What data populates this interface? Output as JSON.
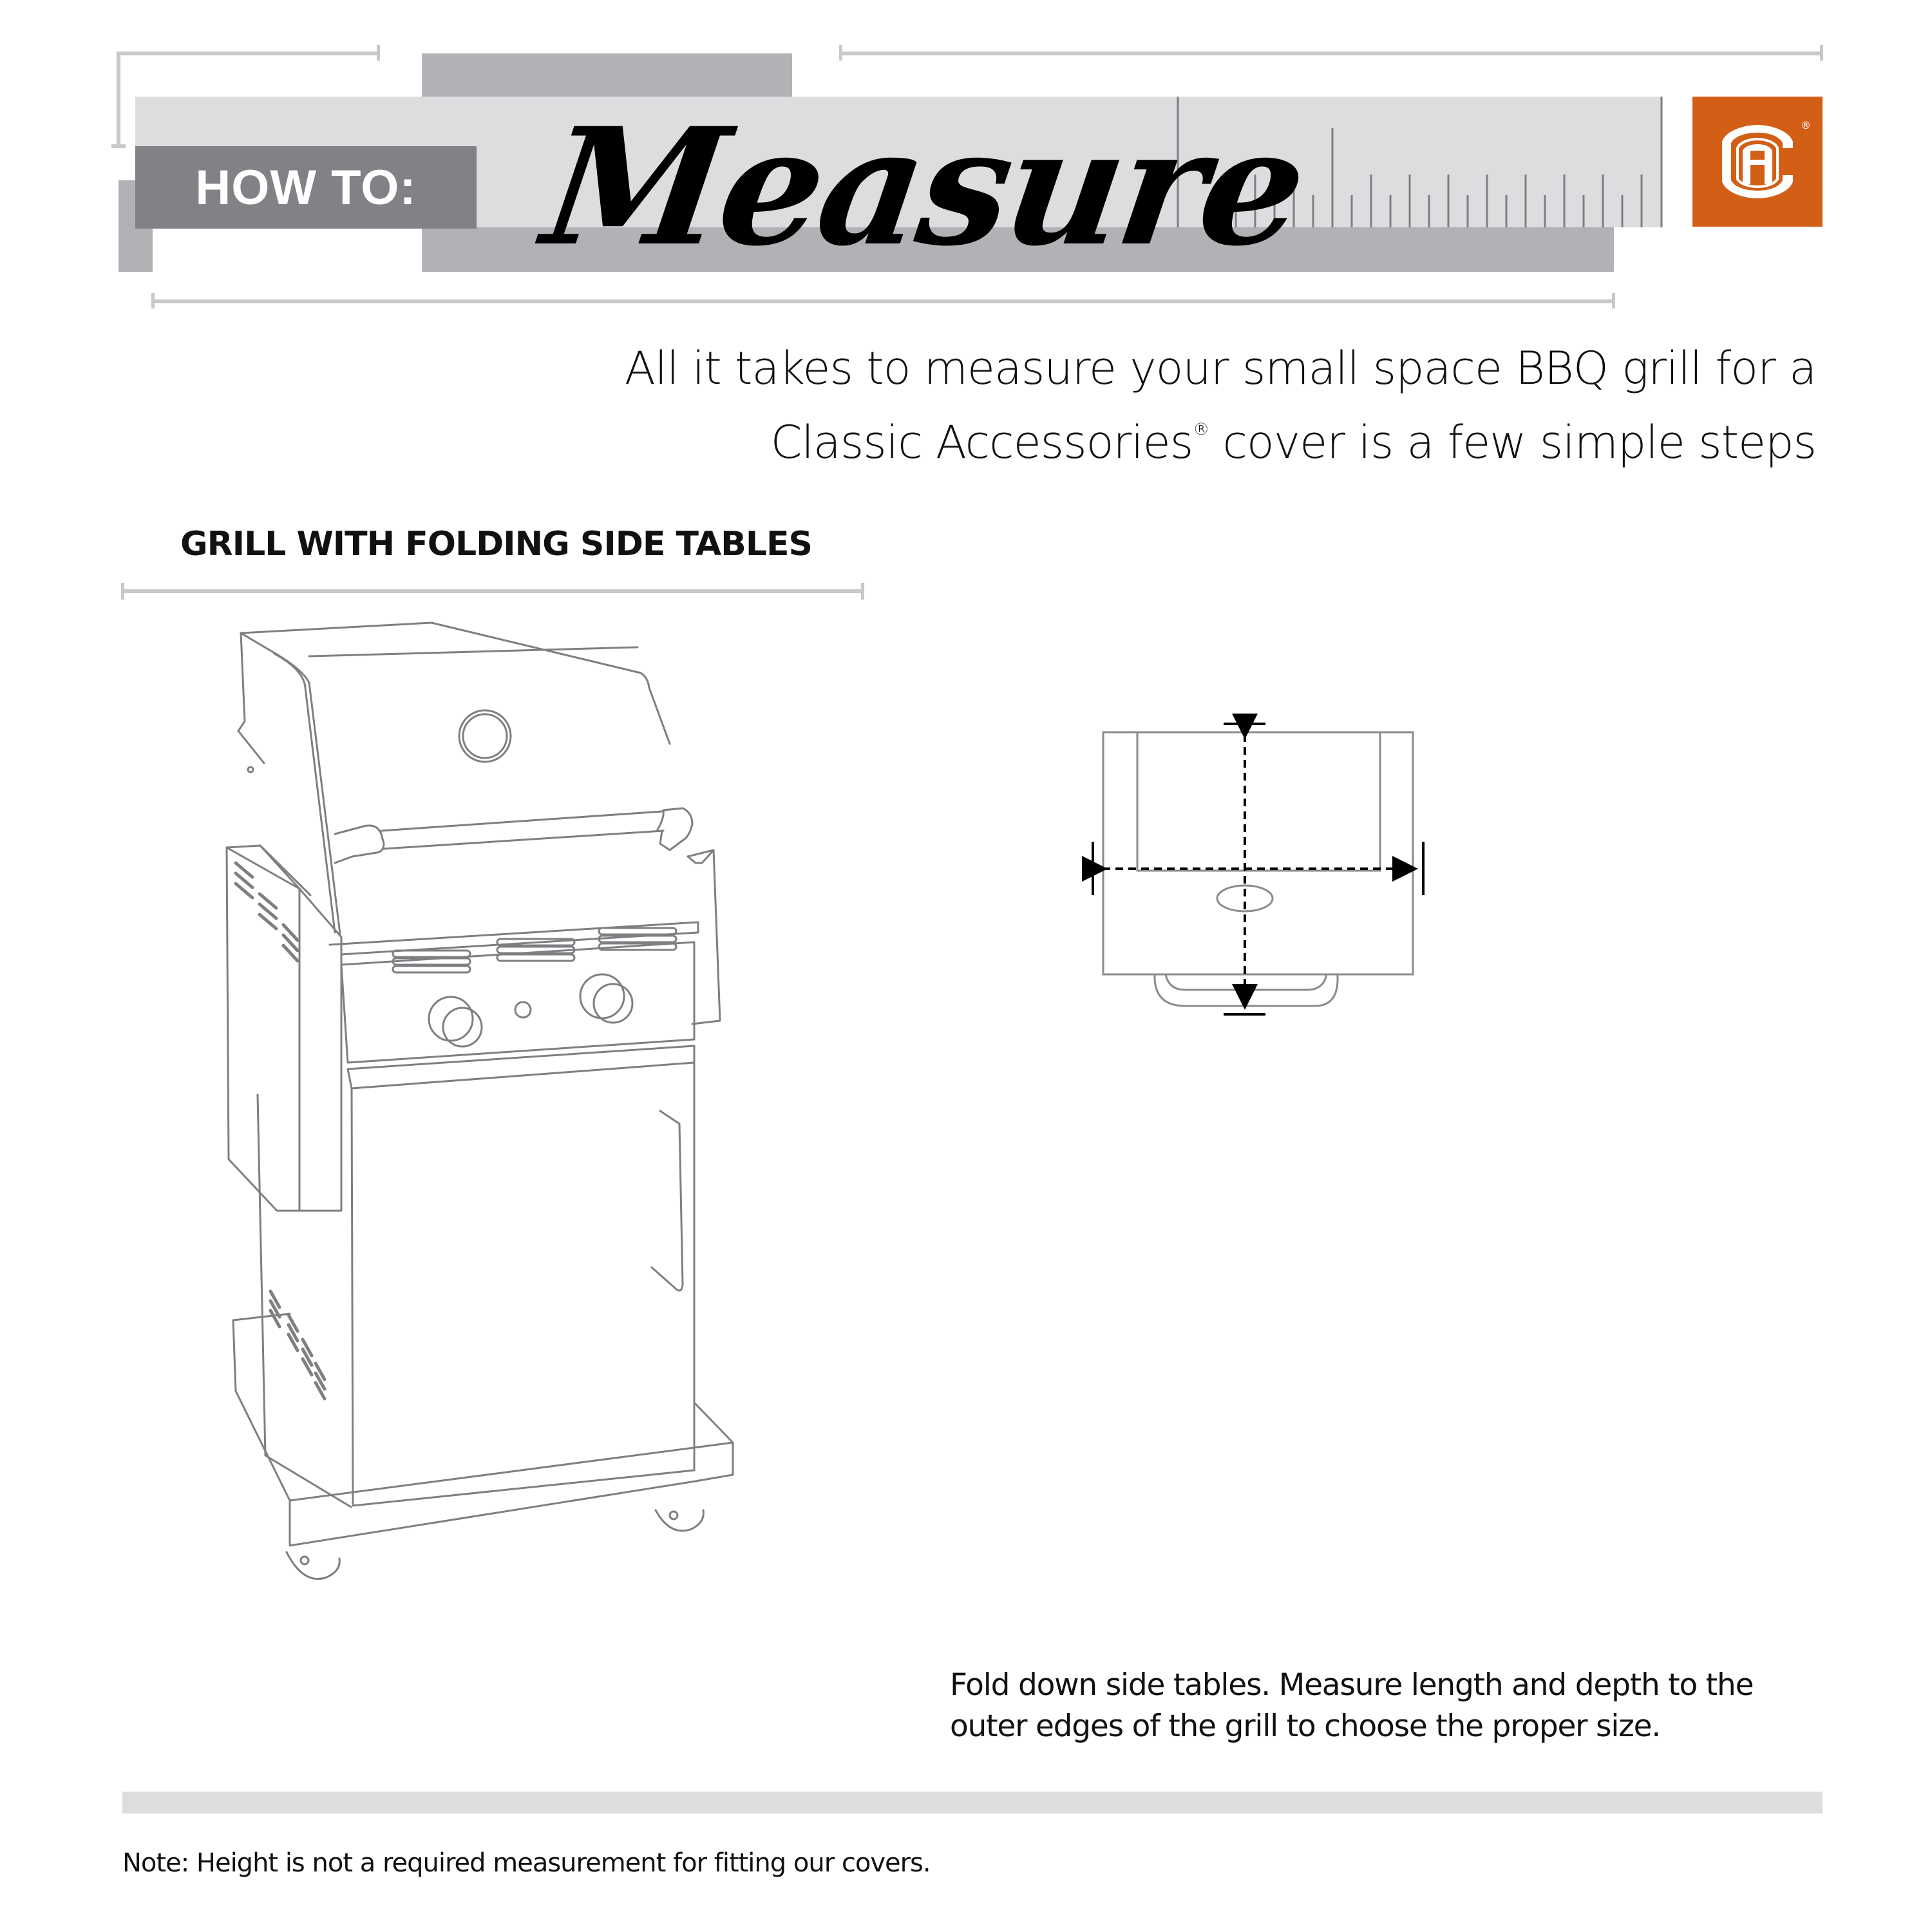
{
  "header": {
    "howto_label": "HOW TO:",
    "title": "Measure",
    "brand_color": "#d35f17",
    "logo": {
      "icon": "classic-accessories-logo-icon",
      "monogram": "CA",
      "registered": "®"
    }
  },
  "intro": {
    "line1": "All it takes to measure your small space BBQ grill for a",
    "line2_prefix": "Classic Accessories",
    "line2_reg": "®",
    "line2_suffix": " cover is a few simple steps"
  },
  "section": {
    "title": "GRILL WITH FOLDING SIDE TABLES"
  },
  "illustrations": {
    "perspective": {
      "icon": "grill-perspective-illustration"
    },
    "top_view": {
      "icon": "grill-top-view-diagram",
      "measurements": [
        "length-arrow",
        "depth-arrow"
      ]
    }
  },
  "instructions": {
    "text": "Fold down side tables. Measure length and depth to the outer edges of the grill to choose the proper size."
  },
  "footer": {
    "note": "Note: Height is not a required measurement for fitting our covers."
  }
}
